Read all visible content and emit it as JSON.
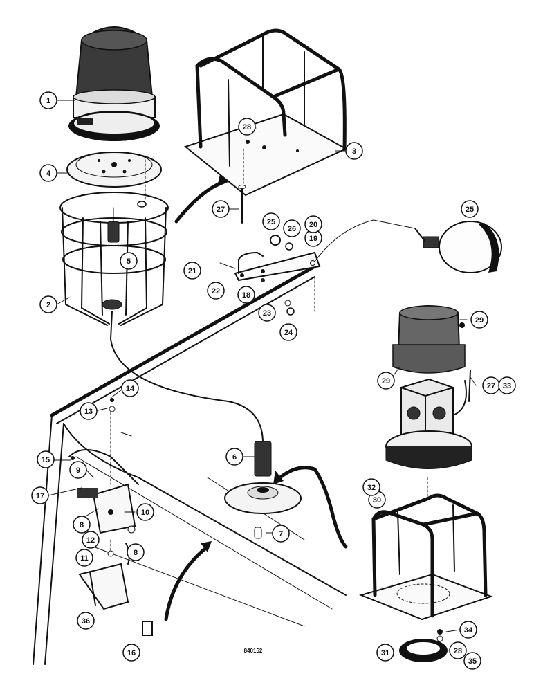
{
  "callouts": [
    {
      "id": "c1",
      "label": "1"
    },
    {
      "id": "c2",
      "label": "2"
    },
    {
      "id": "c3",
      "label": "3"
    },
    {
      "id": "c4",
      "label": "4"
    },
    {
      "id": "c5",
      "label": "5"
    },
    {
      "id": "c6",
      "label": "6"
    },
    {
      "id": "c7",
      "label": "7"
    },
    {
      "id": "c8a",
      "label": "8"
    },
    {
      "id": "c8b",
      "label": "8"
    },
    {
      "id": "c9",
      "label": "9"
    },
    {
      "id": "c10",
      "label": "10"
    },
    {
      "id": "c11",
      "label": "11"
    },
    {
      "id": "c12",
      "label": "12"
    },
    {
      "id": "c13",
      "label": "13"
    },
    {
      "id": "c14",
      "label": "14"
    },
    {
      "id": "c15",
      "label": "15"
    },
    {
      "id": "c16",
      "label": "16"
    },
    {
      "id": "c17",
      "label": "17"
    },
    {
      "id": "c18",
      "label": "18"
    },
    {
      "id": "c19",
      "label": "19"
    },
    {
      "id": "c20",
      "label": "20"
    },
    {
      "id": "c21",
      "label": "21"
    },
    {
      "id": "c22",
      "label": "22"
    },
    {
      "id": "c23",
      "label": "23"
    },
    {
      "id": "c24",
      "label": "24"
    },
    {
      "id": "c25a",
      "label": "25"
    },
    {
      "id": "c25b",
      "label": "25"
    },
    {
      "id": "c26",
      "label": "26"
    },
    {
      "id": "c27a",
      "label": "27"
    },
    {
      "id": "c27b",
      "label": "27"
    },
    {
      "id": "c33",
      "label": "33"
    },
    {
      "id": "c28a",
      "label": "28"
    },
    {
      "id": "c28b",
      "label": "28"
    },
    {
      "id": "c29a",
      "label": "29"
    },
    {
      "id": "c29b",
      "label": "29"
    },
    {
      "id": "c30",
      "label": "30"
    },
    {
      "id": "c31",
      "label": "31"
    },
    {
      "id": "c32",
      "label": "32"
    },
    {
      "id": "c34",
      "label": "34"
    },
    {
      "id": "c35",
      "label": "35"
    },
    {
      "id": "c36",
      "label": "36"
    }
  ],
  "figure_number": "840152"
}
